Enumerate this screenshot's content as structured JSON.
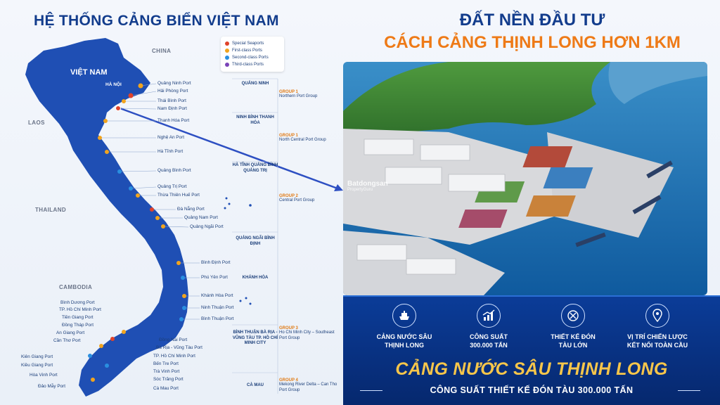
{
  "left": {
    "title": "HỆ THỐNG CẢNG BIỂN VIỆT NAM",
    "countries": {
      "china": "CHINA",
      "laos": "LAOS",
      "thailand": "THAILAND",
      "cambodia": "CAMBODIA",
      "vietnam": "VIỆT NAM",
      "hanoi": "HÀ NỘI"
    },
    "legend": [
      {
        "label": "Special Seaports",
        "color": "#e0432b"
      },
      {
        "label": "First-class Ports",
        "color": "#f1a41e"
      },
      {
        "label": "Second-class Ports",
        "color": "#2a8fe0"
      },
      {
        "label": "Third-class Ports",
        "color": "#7a44b8"
      }
    ],
    "ports": [
      "Quảng Ninh Port",
      "Hải Phòng Port",
      "Thái Bình Port",
      "Nam Định Port",
      "Thanh Hóa Port",
      "Nghệ An Port",
      "Hà Tĩnh Port",
      "Quảng Bình Port",
      "Quảng Trị Port",
      "Thừa Thiên Huế Port",
      "Đà Nẵng Port",
      "Quảng Nam Port",
      "Quảng Ngãi Port",
      "Bình Định Port",
      "Phú Yên Port",
      "Khánh Hòa Port",
      "Ninh Thuận Port",
      "Bình Thuận Port",
      "Đồng Nai Port",
      "Bà Rịa - Vũng Tàu Port",
      "TP. Hồ Chí Minh Port",
      "Bến Tre Port",
      "Trà Vinh Port",
      "Sóc Trăng Port",
      "Cà Mau Port"
    ],
    "west_ports": [
      "Bình Dương Port",
      "TP. Hồ Chí Minh Port",
      "Tiền Giang Port",
      "Đồng Tháp Port",
      "An Giang Port",
      "Cần Thơ Port",
      "Kiên Giang Port",
      "Kiều Giang Port",
      "Hòa Vinh Port",
      "Đảo Mẫy Port"
    ],
    "regions": [
      "QUẢNG NINH",
      "NINH BÌNH THANH HÓA",
      "HÀ TĨNH QUẢNG BÌNH QUẢNG TRỊ",
      "QUẢNG NGÃI BÌNH ĐỊNH",
      "KHÁNH HÒA",
      "BÌNH THUẬN BÀ RỊA - VŨNG TÀU TP. HỒ CHÍ MINH CITY",
      "CÀ MAU"
    ],
    "groups": [
      {
        "title": "GROUP 1",
        "desc": "Northern Port Group"
      },
      {
        "title": "GROUP 1",
        "desc": "North Central Port Group"
      },
      {
        "title": "GROUP 2",
        "desc": "Central Port Group"
      },
      {
        "title": "GROUP 3",
        "desc": "Ho Chi Minh City – Southeast Port Group"
      },
      {
        "title": "GROUP 4",
        "desc": "Mekong River Delta – Can Tho Port Group"
      }
    ]
  },
  "right": {
    "title_line1": "ĐẤT NỀN ĐẦU TƯ",
    "title_line2": "CÁCH CẢNG THỊNH LONG HƠN 1KM",
    "watermark": "Batdongsan",
    "watermark_sub": "PropertyGuru",
    "features": [
      {
        "icon": "ship-icon",
        "label1": "CẢNG NƯỚC SÂU",
        "label2": "THỊNH LONG"
      },
      {
        "icon": "growth-chart-icon",
        "label1": "CÔNG SUẤT",
        "label2": "300.000 TẤN"
      },
      {
        "icon": "design-compass-icon",
        "label1": "THIẾT KẾ ĐÓN",
        "label2": "TÀU LỚN"
      },
      {
        "icon": "location-pin-icon",
        "label1": "VỊ TRÍ CHIẾN LƯỢC",
        "label2": "KẾT NỐI TOÀN CẦU"
      }
    ],
    "headline": "CẢNG NƯỚC SÂU THỊNH LONG",
    "subline": "CÔNG SUẤT THIẾT KẾ ĐÓN TÀU 300.000 TẤN"
  },
  "colors": {
    "navy": "#123c8c",
    "orange": "#ee7a17",
    "gold": "#f7c64a",
    "map_blue": "#1f4fb4"
  }
}
